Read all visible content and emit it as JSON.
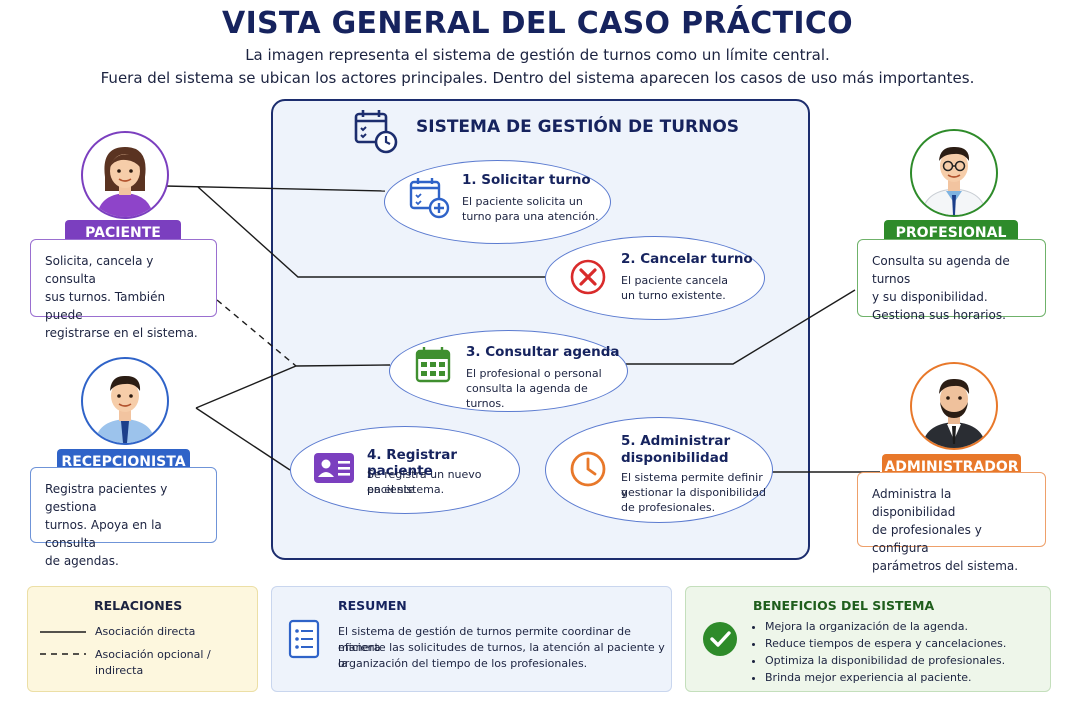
{
  "header": {
    "title": "VISTA GENERAL DEL CASO PRÁCTICO",
    "subtitle_1": "La imagen representa el sistema de gestión de turnos como un límite central.",
    "subtitle_2": "Fuera del sistema se ubican los actores principales. Dentro del sistema aparecen los casos de uso más importantes."
  },
  "system": {
    "title": "SISTEMA DE GESTIÓN DE TURNOS",
    "icon": "calendar-clock-icon"
  },
  "use_cases": [
    {
      "title": "1. Solicitar turno",
      "desc_1": "El paciente solicita un",
      "desc_2": "turno para una atención.",
      "icon": "calendar-add-icon"
    },
    {
      "title": "2. Cancelar turno",
      "desc_1": "El paciente cancela",
      "desc_2": "un turno existente.",
      "icon": "cancel-icon"
    },
    {
      "title": "3. Consultar agenda",
      "desc_1": "El profesional o personal",
      "desc_2": "consulta la agenda de turnos.",
      "icon": "calendar-grid-icon"
    },
    {
      "title": "4. Registrar paciente",
      "desc_1": "Se registra un nuevo paciente",
      "desc_2": "en el sistema.",
      "icon": "id-card-icon"
    },
    {
      "title_1": "5. Administrar",
      "title_2": "disponibilidad",
      "desc_1": "El sistema permite definir y",
      "desc_2": "gestionar la disponibilidad",
      "desc_3": "de profesionales.",
      "icon": "clock-icon"
    }
  ],
  "actors": {
    "paciente": {
      "label": "PACIENTE",
      "lines": [
        "Solicita, cancela y consulta",
        "sus turnos. También puede",
        "registrarse en el sistema."
      ],
      "color": "#7b3fbf"
    },
    "recepcionista": {
      "label": "RECEPCIONISTA",
      "lines": [
        "Registra pacientes y gestiona",
        "turnos. Apoya en la consulta",
        "de agendas."
      ],
      "color": "#2f63c8"
    },
    "profesional": {
      "label": "PROFESIONAL",
      "lines": [
        "Consulta su agenda de turnos",
        "y su disponibilidad.",
        "Gestiona sus horarios."
      ],
      "color": "#2e8b2a"
    },
    "administrador": {
      "label": "ADMINISTRADOR",
      "lines": [
        "Administra la disponibilidad",
        "de profesionales y configura",
        "parámetros del sistema."
      ],
      "color": "#e8782a"
    }
  },
  "relations": {
    "title": "RELACIONES",
    "direct": "Asociación directa",
    "indirect": "Asociación opcional / indirecta"
  },
  "summary": {
    "title": "RESUMEN",
    "lines": [
      "El sistema de gestión de turnos permite coordinar de manera",
      "eficiente las solicitudes de turnos, la atención al paciente y la",
      "organización del tiempo de los profesionales."
    ],
    "icon": "document-list-icon"
  },
  "benefits": {
    "title": "BENEFICIOS DEL SISTEMA",
    "items": [
      "Mejora la organización de la agenda.",
      "Reduce tiempos de espera y cancelaciones.",
      "Optimiza la disponibilidad de profesionales.",
      "Brinda mejor experiencia al paciente."
    ],
    "icon": "check-circle-icon"
  }
}
